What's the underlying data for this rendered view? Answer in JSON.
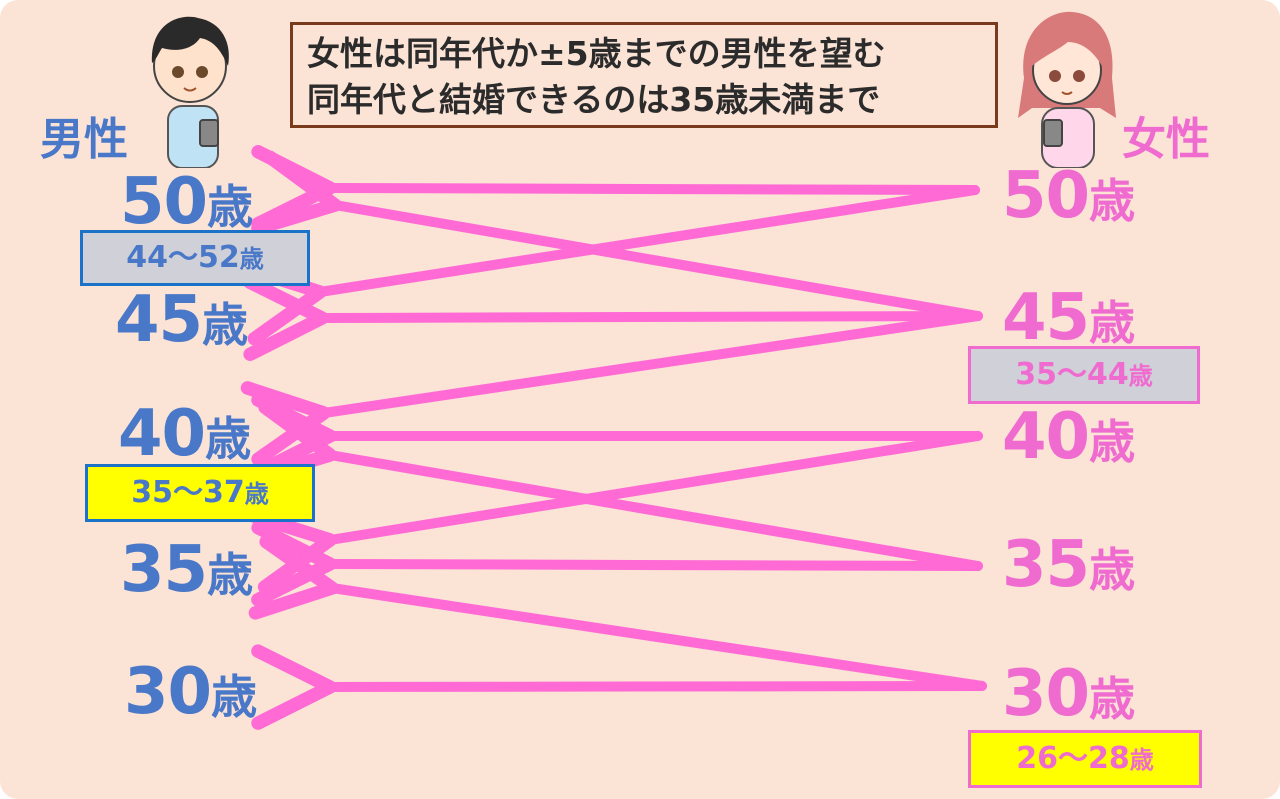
{
  "title": {
    "line1": "女性は同年代か±5歳までの男性を望む",
    "line2": "同年代と結婚できるのは35歳未満まで"
  },
  "labels": {
    "male": "男性",
    "female": "女性"
  },
  "male_ages": [
    "50",
    "45",
    "40",
    "35",
    "30"
  ],
  "female_ages": [
    "50",
    "45",
    "40",
    "35",
    "30"
  ],
  "age_unit": "歳",
  "ranges": {
    "male_50": {
      "text": "44～52",
      "unit": "歳"
    },
    "male_40": {
      "text": "35～37",
      "unit": "歳"
    },
    "female_45": {
      "text": "35～44",
      "unit": "歳"
    },
    "female_30": {
      "text": "26～28",
      "unit": "歳"
    }
  },
  "links": [
    {
      "from": "50",
      "to": "50"
    },
    {
      "from": "50",
      "to": "45"
    },
    {
      "from": "45",
      "to": "50"
    },
    {
      "from": "45",
      "to": "45"
    },
    {
      "from": "45",
      "to": "40"
    },
    {
      "from": "40",
      "to": "40"
    },
    {
      "from": "40",
      "to": "35"
    },
    {
      "from": "35",
      "to": "40"
    },
    {
      "from": "35",
      "to": "35"
    },
    {
      "from": "30",
      "to": "35"
    },
    {
      "from": "30",
      "to": "30"
    }
  ],
  "colors": {
    "background": "#fbe3d6",
    "male": "#4a78c8",
    "female": "#f06bd0",
    "arrow": "#ff6ad5",
    "title_border": "#7a3b1c",
    "range_gray": "#d0d0d8",
    "range_yellow": "#ffff00"
  }
}
